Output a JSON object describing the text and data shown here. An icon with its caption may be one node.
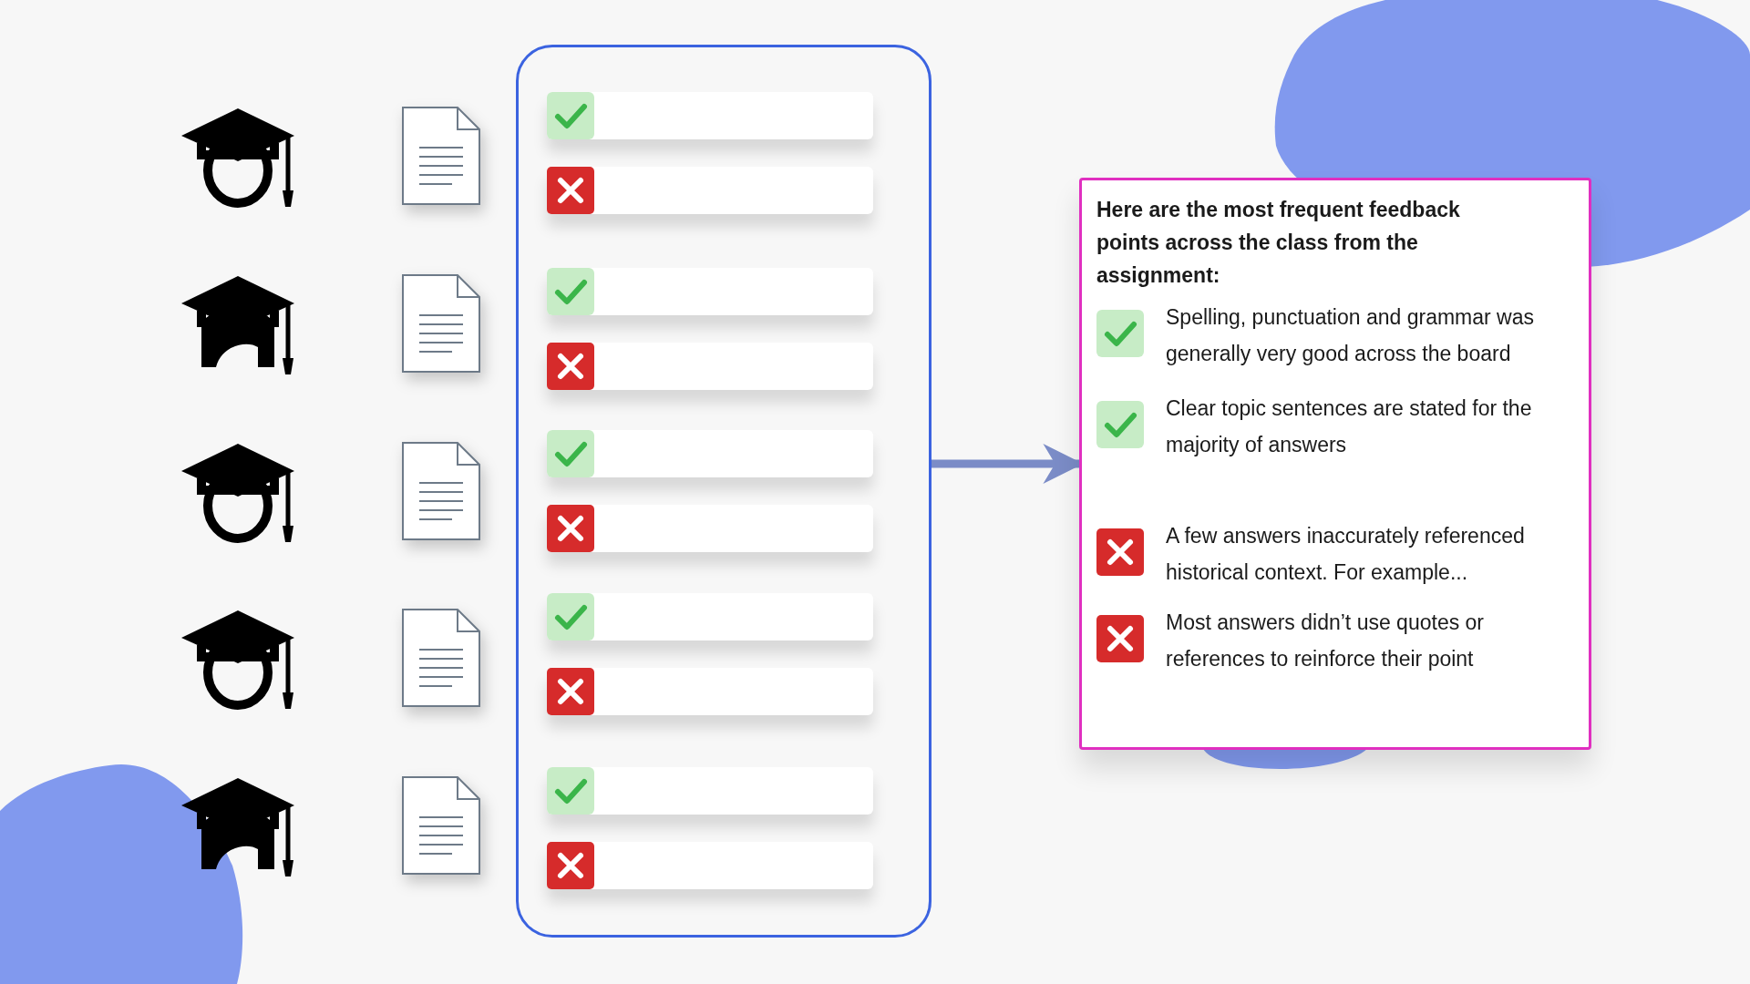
{
  "diagram": {
    "nodes": [
      {
        "text": [],
        "shape": "box"
      },
      {
        "text": [
          "Here are the most frequent feedback points across the class from the assignment:",
          "Spelling, punctuation and grammar was generally very good across the board",
          "Clear topic sentences are stated for the majority of answers",
          "A few answers inaccurately referenced historical context. For example...",
          "Most answers didn’t use quotes or references to reinforce their point"
        ]
      }
    ],
    "edges": [
      {
        "from": 0,
        "to": 1,
        "arrow": "to"
      }
    ]
  }
}
